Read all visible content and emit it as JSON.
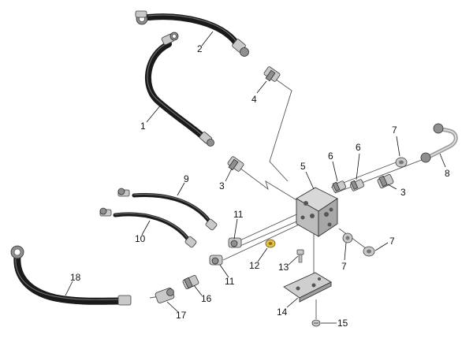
{
  "part_labels": [
    {
      "number": "1"
    },
    {
      "number": "2"
    },
    {
      "number": "3"
    },
    {
      "number": "3"
    },
    {
      "number": "4"
    },
    {
      "number": "5"
    },
    {
      "number": "6"
    },
    {
      "number": "6"
    },
    {
      "number": "7"
    },
    {
      "number": "7"
    },
    {
      "number": "7"
    },
    {
      "number": "8"
    },
    {
      "number": "9"
    },
    {
      "number": "10"
    },
    {
      "number": "11"
    },
    {
      "number": "11"
    },
    {
      "number": "12"
    },
    {
      "number": "13"
    },
    {
      "number": "14"
    },
    {
      "number": "15"
    },
    {
      "number": "16"
    },
    {
      "number": "17"
    },
    {
      "number": "18"
    }
  ],
  "colors": {
    "hose": "#1a1a1a",
    "metal": "#c9c9c9",
    "brass": "#e4c14a",
    "background": "#ffffff"
  }
}
